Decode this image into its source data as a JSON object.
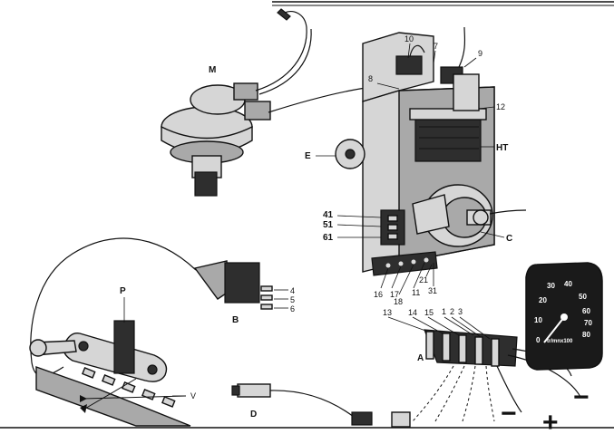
{
  "labels": {
    "M": "M",
    "n10": "10",
    "n7": "7",
    "n9": "9",
    "n8": "8",
    "n12": "12",
    "E": "E",
    "HT": "HT",
    "n41": "41",
    "n51": "51",
    "n61": "61",
    "C": "C",
    "n16": "16",
    "n17": "17",
    "n18": "18",
    "n11": "11",
    "n31": "31",
    "n21": "21",
    "n4": "4",
    "n5": "5",
    "n6": "6",
    "B": "B",
    "P": "P",
    "n13": "13",
    "n14": "14",
    "n15": "15",
    "n1": "1",
    "n2": "2",
    "n3": "3",
    "A": "A",
    "V": "V",
    "D": "D",
    "minus_a": "−",
    "minus_b": "−",
    "plus": "+"
  },
  "tachometer": {
    "ticks": [
      "0",
      "10",
      "20",
      "30",
      "40",
      "50",
      "60",
      "70",
      "80"
    ],
    "unit": "tr/mnx100"
  }
}
